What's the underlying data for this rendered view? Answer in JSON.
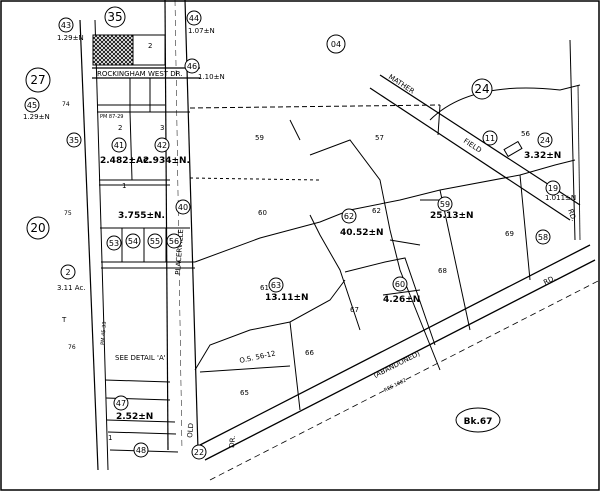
{
  "map": {
    "book_page": "Bk.67",
    "roads": {
      "rockingham": "ROCKINGHAM",
      "west_dr": "WEST DR.",
      "placerville": "PLACERVILLE",
      "mather": "MATHER",
      "field": "FIELD",
      "rd": "RD.",
      "abandoned": "(ABANDONED)",
      "res": "RES 1682",
      "old": "OLD",
      "dr": "DR."
    },
    "circles": {
      "c35_top": "35",
      "c43": "43",
      "c44": "44",
      "c27": "27",
      "c45": "45",
      "c04": "04",
      "c46": "46",
      "c24_top": "24",
      "c11": "11",
      "c24_small": "24",
      "c19": "19",
      "c35": "35",
      "c41": "41",
      "c42": "42",
      "c40": "40",
      "c20": "20",
      "c2": "2",
      "c53": "53",
      "c54": "54",
      "c55": "55",
      "c56": "56",
      "c62": "62",
      "c59": "59",
      "c58": "58",
      "c63": "63",
      "c60": "60",
      "c47": "47",
      "c48": "48",
      "c22": "22"
    },
    "areas": {
      "a43": "1.29±N",
      "a44": "1.07±N",
      "a46": "1.10±N",
      "a45": "1.29±N",
      "a41": "2.482±Ac.",
      "a42": "2.934±N.",
      "a40": "3.755±N.",
      "a2": "3.11 Ac.",
      "a62": "40.52±N",
      "a59": "25.13±N",
      "a24": "3.32±N",
      "a19": "1.011±N",
      "a63": "13.11±N",
      "a60": "4.26±N",
      "a47": "2.52±N"
    },
    "notes": {
      "pm_87_29": "PM 87-29",
      "pm_45_33": "PM 45-33",
      "see_detail": "SEE DETAIL 'A'",
      "os_56_12": "O.S. 56-12",
      "t_mark": "T"
    },
    "lot_numbers": [
      "59",
      "57",
      "60",
      "61",
      "62",
      "68",
      "69",
      "66",
      "65",
      "67",
      "56",
      "1",
      "2",
      "3",
      "2",
      "1"
    ],
    "side_numbers": [
      "74",
      "75",
      "76"
    ]
  }
}
